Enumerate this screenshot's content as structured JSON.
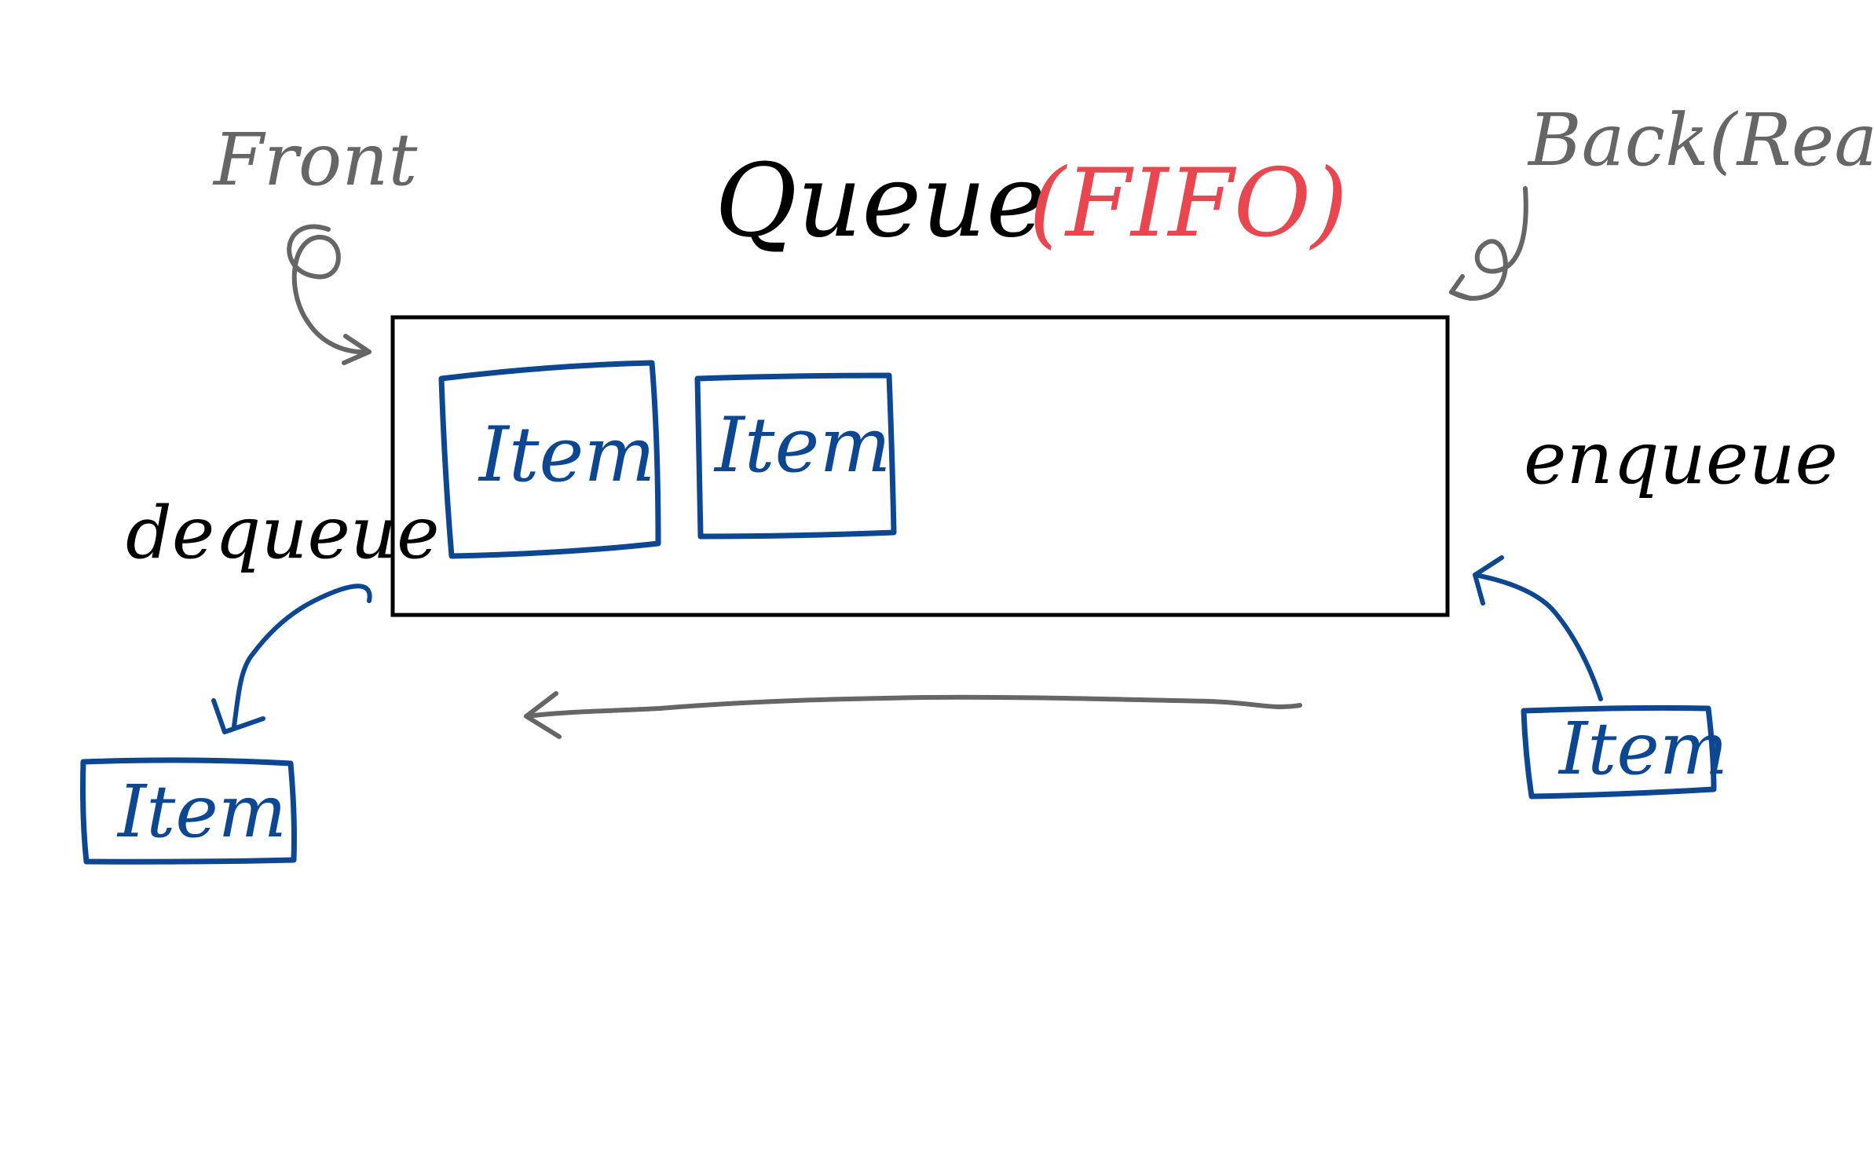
{
  "title": {
    "main": "Queue",
    "sub": "(FIFO)"
  },
  "labels": {
    "front": "Front",
    "back": "Back(Rear)",
    "dequeue": "dequeue",
    "enqueue": "enqueue"
  },
  "queue_items": [
    {
      "label": "Item"
    },
    {
      "label": "Item"
    }
  ],
  "dequeued_item": {
    "label": "Item"
  },
  "incoming_item": {
    "label": "Item"
  },
  "colors": {
    "title": "#000000",
    "fifo": "#e8474f",
    "item": "#0d4792",
    "annotation": "#666666",
    "queue_box": "#000000"
  }
}
